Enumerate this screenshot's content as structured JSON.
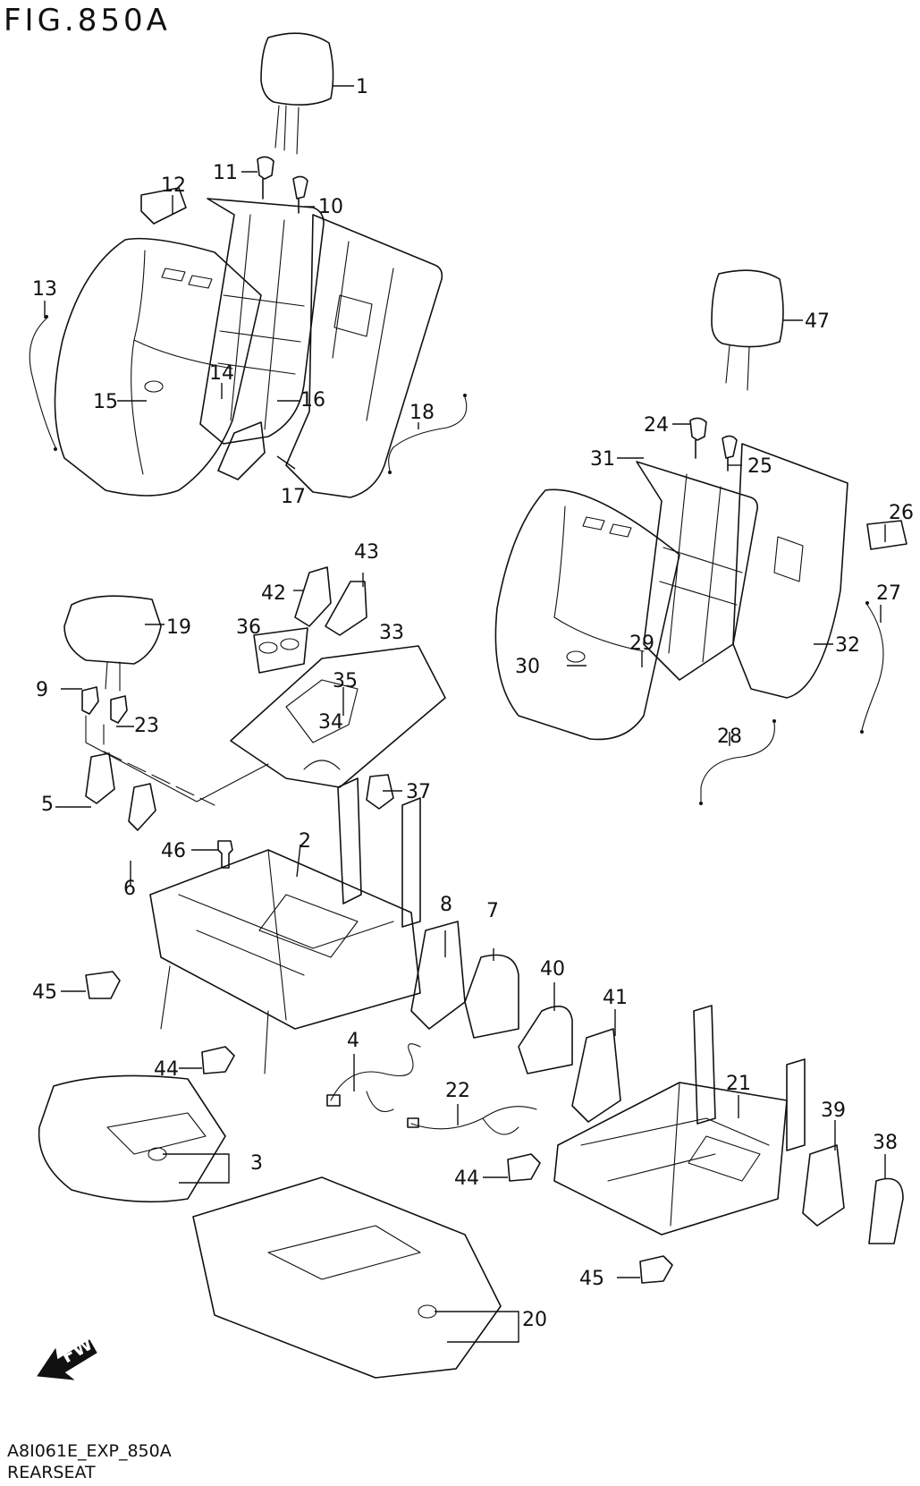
{
  "title": "FIG.850A",
  "footer": {
    "code": "A8I061E_EXP_850A",
    "caption": "REARSEAT"
  },
  "fwd_label": "FWD",
  "callouts": [
    "1",
    "2",
    "3",
    "4",
    "5",
    "6",
    "7",
    "8",
    "9",
    "10",
    "11",
    "12",
    "13",
    "14",
    "15",
    "16",
    "17",
    "18",
    "19",
    "20",
    "21",
    "22",
    "23",
    "24",
    "25",
    "26",
    "27",
    "28",
    "29",
    "30",
    "31",
    "32",
    "33",
    "34",
    "35",
    "36",
    "37",
    "38",
    "39",
    "40",
    "41",
    "42",
    "43",
    "44",
    "44",
    "45",
    "45",
    "46",
    "47"
  ]
}
